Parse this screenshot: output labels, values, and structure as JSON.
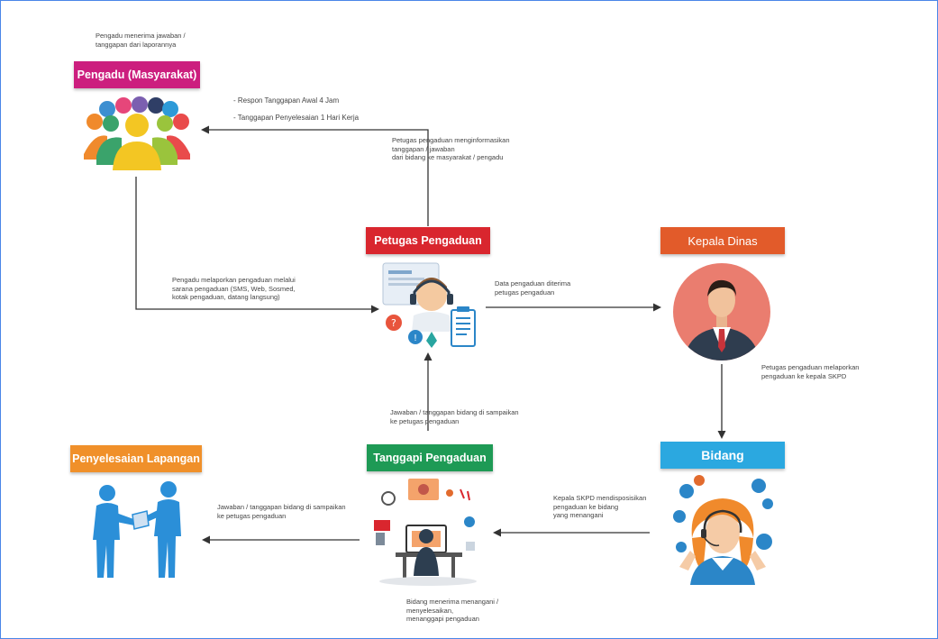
{
  "colors": {
    "magenta": "#cc1e7e",
    "red": "#d9262e",
    "orange_red": "#e25b2a",
    "green": "#1e9a55",
    "orange": "#f0902a",
    "blue": "#2ba8e0",
    "arrow": "#333333"
  },
  "nodes": {
    "pengadu": "Pengadu (Masyarakat)",
    "petugas": "Petugas Pengaduan",
    "kepala": "Kepala Dinas",
    "bidang": "Bidang",
    "tanggapi": "Tanggapi Pengaduan",
    "penyelesaian": "Penyelesaian Lapangan"
  },
  "notes": {
    "pengadu_receive": "Pengadu menerima jawaban /\ntanggapan dari laporannya",
    "respon_1": "- Respon Tanggapan Awal 4 Jam",
    "respon_2": "- Tanggapan Penyelesaian 1 Hari Kerja",
    "petugas_inform": "Petugas pengaduan menginformasikan\ntanggapan / jawaban\ndari bidang ke masyarakat / pengadu",
    "pengadu_report": "Pengadu melaporkan pengaduan melalui\nsarana pengaduan (SMS, Web, Sosmed,\nkotak pengaduan, datang langsung)",
    "data_diterima": "Data pengaduan diterima\npetugas pengaduan",
    "lapor_kepala": "Petugas pengaduan melaporkan\npengaduan ke kepala SKPD",
    "jawaban_bidang": "Jawaban / tanggapan bidang di sampaikan\nke petugas pengaduan",
    "kepala_disposisi": "Kepala SKPD mendisposisikan\npengaduan ke bidang\nyang menangani",
    "jawaban_left": "Jawaban / tanggapan bidang di sampaikan\nke petugas pengaduan",
    "bidang_menerima": "Bidang menerima menangani /\nmenyelesaikan,\nmenanggapi pengaduan"
  }
}
